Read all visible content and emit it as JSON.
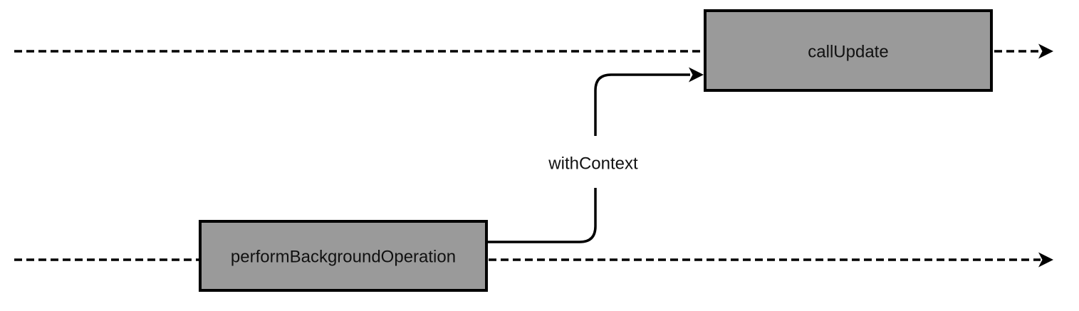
{
  "diagram": {
    "nodes": [
      {
        "id": "call-update",
        "label": "callUpdate"
      },
      {
        "id": "perform-background-operation",
        "label": "performBackgroundOperation"
      }
    ],
    "edge": {
      "label": "withContext",
      "from": "performBackgroundOperation",
      "to": "callUpdate"
    },
    "colors": {
      "background": "#ffffff",
      "node_fill": "#9a9a9a",
      "node_border": "#000000",
      "line": "#000000",
      "text": "#111111"
    }
  }
}
